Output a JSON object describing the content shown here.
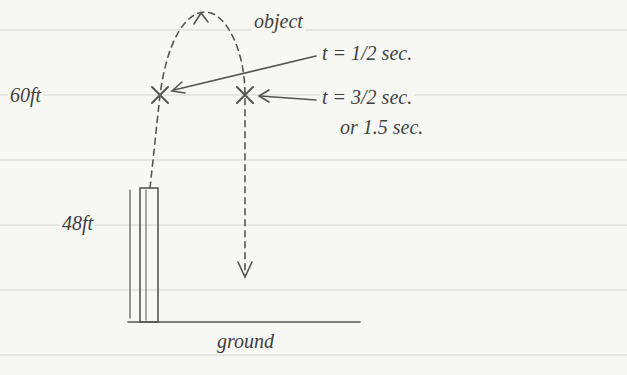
{
  "diagram": {
    "labels": [
      "object",
      "t = 1/2 sec.",
      "60ft",
      "t = 3/2 sec.",
      "or 1.5 sec.",
      "48ft",
      "ground"
    ]
  }
}
